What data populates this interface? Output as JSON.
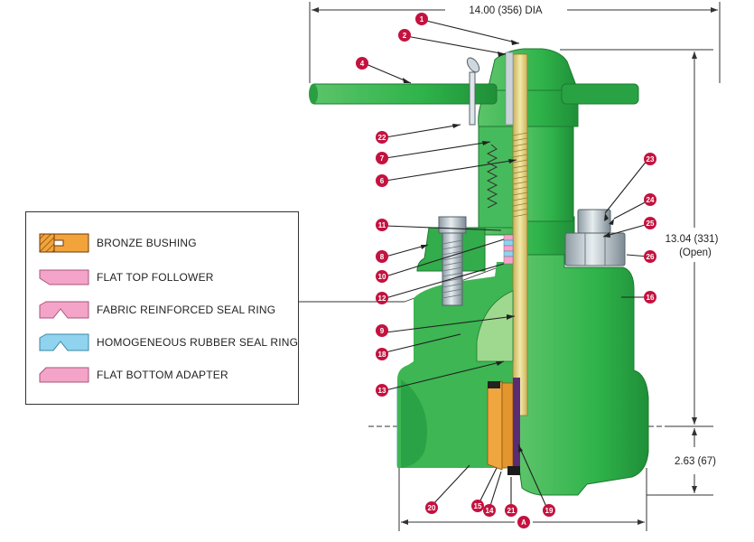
{
  "dimensions": {
    "overall_width": "14.00 (356) DIA",
    "height_open_line1": "13.04 (331)",
    "height_open_line2": "(Open)",
    "bottom_height": "2.63 (67)",
    "end_to_end": "A"
  },
  "callouts": [
    "1",
    "2",
    "4",
    "22",
    "7",
    "6",
    "11",
    "8",
    "10",
    "12",
    "9",
    "18",
    "13",
    "20",
    "15",
    "14",
    "21",
    "19",
    "23",
    "24",
    "25",
    "26",
    "16"
  ],
  "legend": {
    "items": [
      {
        "label": "BRONZE BUSHING"
      },
      {
        "label": "FLAT TOP FOLLOWER"
      },
      {
        "label": "FABRIC REINFORCED SEAL RING"
      },
      {
        "label": "HOMOGENEOUS RUBBER SEAL RING"
      },
      {
        "label": "FLAT BOTTOM ADAPTER"
      }
    ]
  },
  "colors": {
    "body_green": "#2fb34a",
    "callout_red": "#c4123f",
    "bronze": "#f2a33a",
    "pink": "#f4a4c8",
    "blue": "#8fd3ee"
  }
}
